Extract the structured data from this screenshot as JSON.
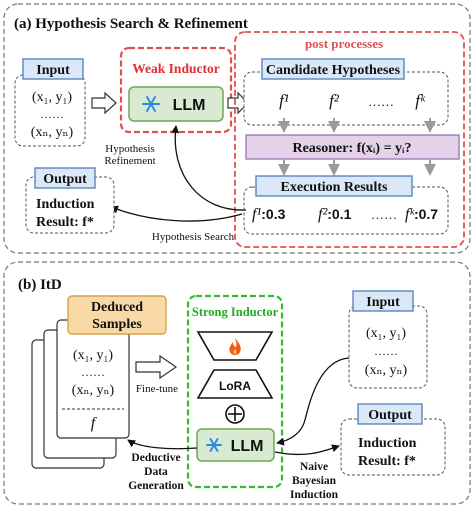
{
  "panel_a": {
    "title": "(a) Hypothesis Search & Refinement",
    "input": {
      "label": "Input",
      "line1": "(x₁, y₁)",
      "dots": "……",
      "line2": "(xₙ, yₙ)"
    },
    "weak_inductor": {
      "label": "Weak Inductor",
      "model": "LLM"
    },
    "post_processes": {
      "label": "post processes",
      "candidate_label": "Candidate Hypotheses",
      "hypotheses": [
        "f¹",
        "f²",
        "……",
        "fᵏ"
      ],
      "reasoner": "Reasoner: f(xᵢ) = yᵢ?",
      "execution_label": "Execution Results",
      "scores": [
        {
          "f": "f¹",
          "score": ":0.3"
        },
        {
          "f": "f²",
          "score": ":0.1"
        },
        {
          "f": "……",
          "score": ""
        },
        {
          "f": "fᵏ",
          "score": ":0.7"
        }
      ]
    },
    "refinement_label": "Hypothesis\nRefinement",
    "refinement_line1": "Hypothesis",
    "refinement_line2": "Refinement",
    "search_label": "Hypothesis Search",
    "output": {
      "label": "Output",
      "line1": "Induction",
      "line2": "Result: f*"
    }
  },
  "panel_b": {
    "title": "(b) ItD",
    "samples": {
      "label_line1": "Deduced",
      "label_line2": "Samples",
      "line1": "(x₁, y₁)",
      "dots": "……",
      "line2": "(xₙ, yₙ)",
      "f": "f"
    },
    "finetune_label": "Fine-tune",
    "strong_inductor": {
      "label": "Strong Inductor",
      "lora": "LoRA",
      "plus": "⊕",
      "model": "LLM"
    },
    "deductive_line1": "Deductive",
    "deductive_line2": "Data",
    "deductive_line3": "Generation",
    "bayes_line1": "Naive",
    "bayes_line2": "Bayesian",
    "bayes_line3": "Induction",
    "input": {
      "label": "Input",
      "line1": "(x₁, y₁)",
      "dots": "……",
      "line2": "(xₙ, yₙ)"
    },
    "output": {
      "label": "Output",
      "line1": "Induction",
      "line2": "Result: f*"
    }
  },
  "colors": {
    "blue_fill": "#dbe8f7",
    "blue_stroke": "#5b85c0",
    "green_fill": "#d9ead3",
    "green_stroke": "#6aa84f",
    "red_dash": "#e05050",
    "green_dash": "#33bb33",
    "purple_fill": "#e4d2ea",
    "purple_stroke": "#a07ab0",
    "orange_fill": "#f9d9a6",
    "orange_stroke": "#d9a14a"
  },
  "icons": [
    "snowflake-icon",
    "flame-icon"
  ]
}
